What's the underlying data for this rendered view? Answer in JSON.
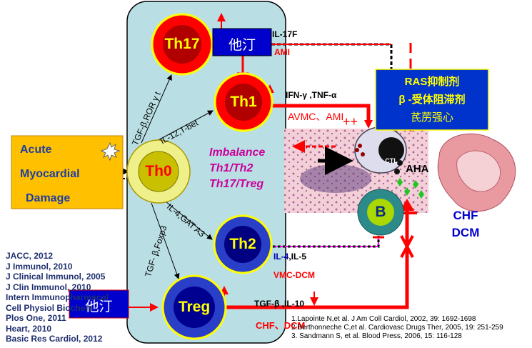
{
  "cells": {
    "th17": "Th17",
    "th1": "Th1",
    "th0": "Th0",
    "th2": "Th2",
    "treg": "Treg",
    "ctl": "CTL",
    "b": "B"
  },
  "statin_label": "他汀",
  "acute_damage": [
    "Acute",
    "Myocardial",
    "Damage"
  ],
  "imbalance": [
    "Imbalance",
    "Th1/Th2",
    "Th17/Treg"
  ],
  "pathways": {
    "th17": "TGF-β,ROR γ t",
    "th1": "IL-12,T-bet",
    "th2": "IL-4,GAT A3",
    "treg": "TGF- β,Foxp3"
  },
  "cytokines": {
    "il17": "IL-17F",
    "th1": "IFN-γ ,TNF-α",
    "th2_a": "IL-4",
    "th2_b": ",IL-5",
    "treg": "TGF-β ,IL-10"
  },
  "diseases": {
    "th17": "AMI",
    "th1": "AVMC、AMI",
    "th2": "VMC-DCM",
    "treg": "CHF、DCM",
    "plus": "++"
  },
  "drug_box": [
    "RAS抑制剂",
    "β -受体阻滞剂",
    "芪苈强心"
  ],
  "aha": "AHA",
  "outcome": [
    "CHF",
    "DCM"
  ],
  "left_refs": [
    "JACC, 2012",
    "J Immunol, 2010",
    "J Clinical Immunol, 2005",
    "J Clin Immunol, 2010",
    "Intern Immunopharmacol",
    "Cell Physiol Biochem",
    "Plos One, 2011",
    "Heart, 2010",
    "Basic Res Cardiol, 2012"
  ],
  "bottom_refs": [
    "1.Lapointe N,et al. J Am Coll Cardiol, 2002, 39: 1692-1698",
    "2.Berthonneche C,et al. Cardiovasc Drugs Ther, 2005, 19: 251-259",
    "3. Sandmann S, et al. Blood Press, 2006, 15: 116-128"
  ],
  "colors": {
    "panel": "#b9dfe4",
    "red": "#ff0000",
    "blue_box": "#0000cc",
    "drug_box": "#0033cc",
    "drug_text": "#ffff00",
    "acute_box": "#ffc000",
    "acute_text": "#1f3fa0",
    "imbalance": "#cc0099",
    "ref_text": "#1f2f6f"
  }
}
